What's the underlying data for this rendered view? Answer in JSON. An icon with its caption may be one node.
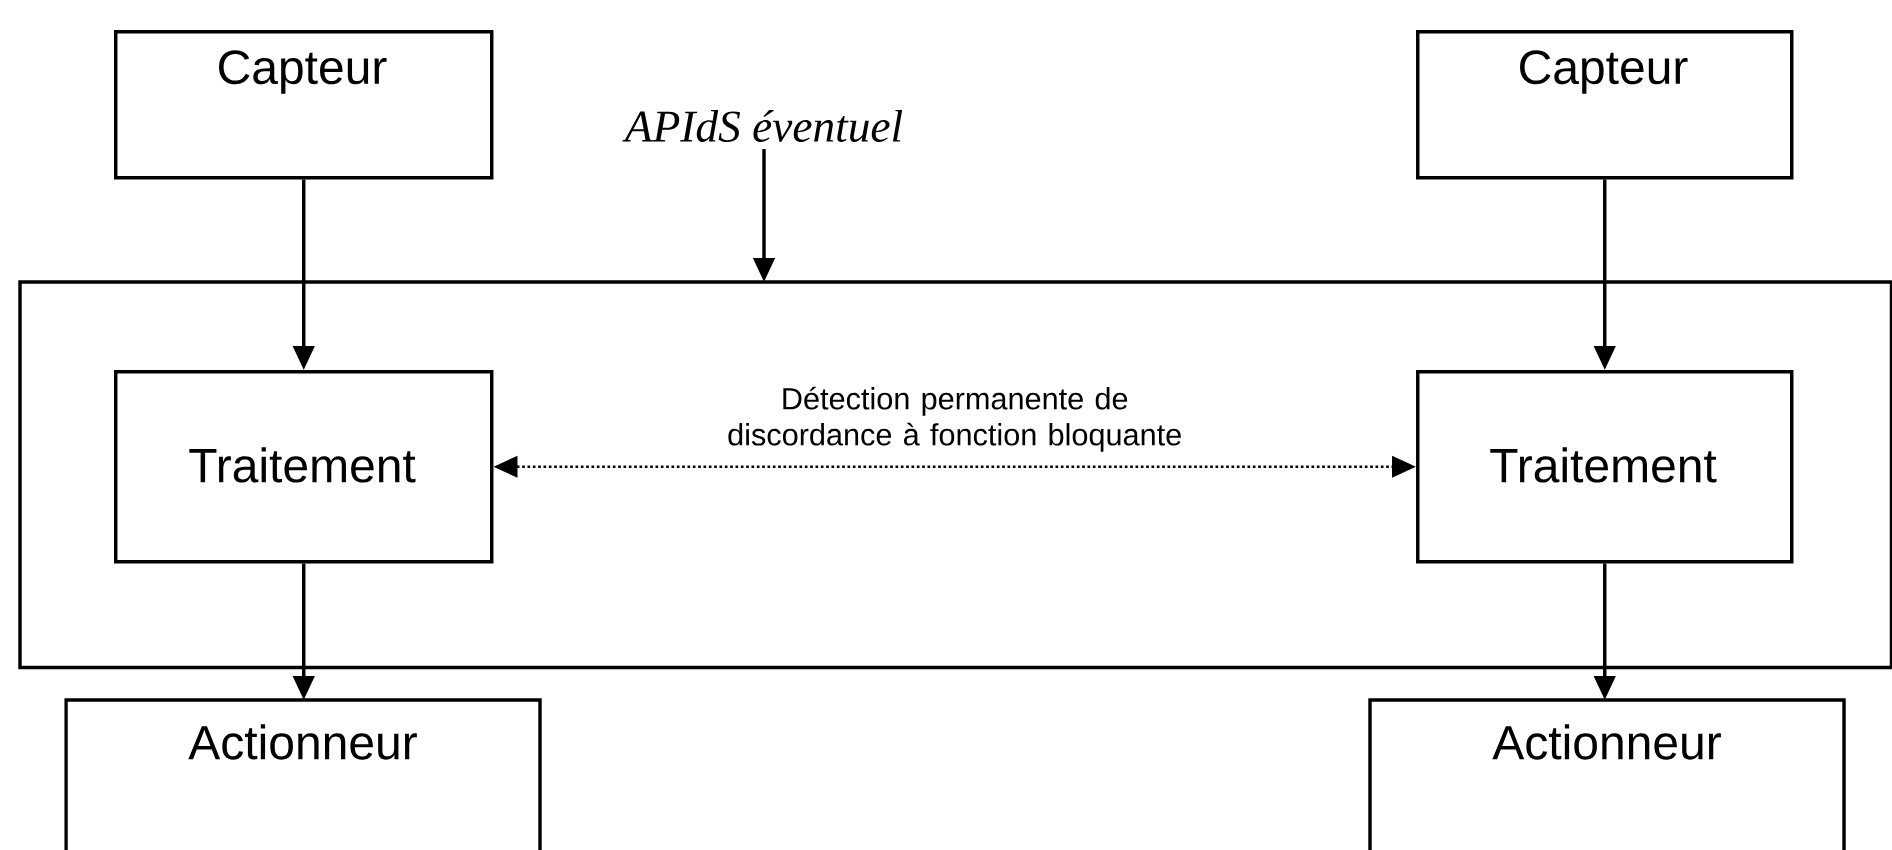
{
  "diagram": {
    "nodes": [
      {
        "text": [
          "Capteur"
        ]
      },
      {
        "text": [
          "Capteur"
        ]
      },
      {
        "text": [
          "APIdS éventuel"
        ]
      },
      {
        "text": [],
        "shape": "box"
      },
      {
        "text": [
          "Traitement"
        ],
        "in": 3
      },
      {
        "text": [
          "Traitement"
        ],
        "in": 3
      },
      {
        "text": [
          "Actionneur"
        ]
      },
      {
        "text": [
          "Actionneur"
        ]
      }
    ],
    "edges": [
      {
        "from": 0,
        "to": 4,
        "arrow": "to"
      },
      {
        "from": 1,
        "to": 5,
        "arrow": "to"
      },
      {
        "from": 2,
        "to": 3,
        "arrow": "to"
      },
      {
        "from": 4,
        "to": 5,
        "arrow": "both",
        "style": "dashed",
        "label": "Détection permanente de discordance à fonction bloquante"
      },
      {
        "from": 4,
        "to": 6,
        "arrow": "to"
      },
      {
        "from": 5,
        "to": 7,
        "arrow": "to"
      }
    ]
  }
}
